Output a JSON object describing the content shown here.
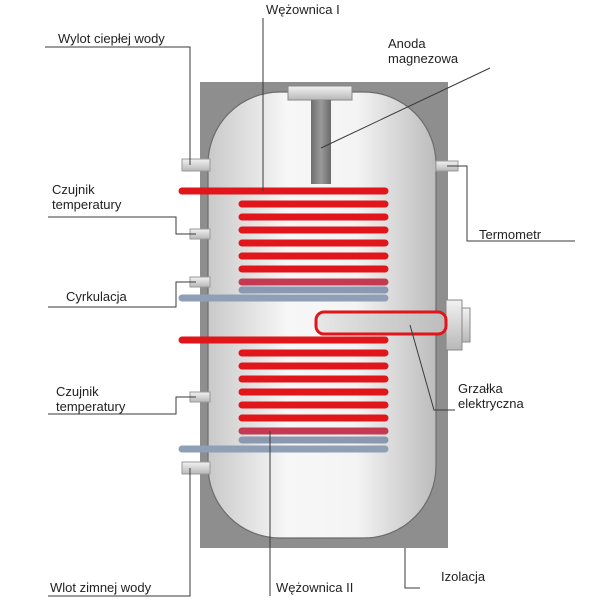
{
  "labels": {
    "hot_outlet": "Wylot ciepłej wody",
    "coil_1": "Wężownica I",
    "anode_line1": "Anoda",
    "anode_line2": "magnezowa",
    "sensor_top_line1": "Czujnik",
    "sensor_top_line2": "temperatury",
    "thermometer": "Termometr",
    "circulation": "Cyrkulacja",
    "heater_line1": "Grzałka",
    "heater_line2": "elektryczna",
    "sensor_bottom_line1": "Czujnik",
    "sensor_bottom_line2": "temperatury",
    "cold_inlet": "Wlot zimnej wody",
    "coil_2": "Wężownica II",
    "insulation": "Izolacja"
  },
  "colors": {
    "insulation": "#8c8c8c",
    "tank_light": "#f4f4f4",
    "tank_dark": "#bdbdbd",
    "coil_hot": "#e0161a",
    "coil_cold": "#8f9fb5",
    "leader_line": "#3a3a3a"
  }
}
